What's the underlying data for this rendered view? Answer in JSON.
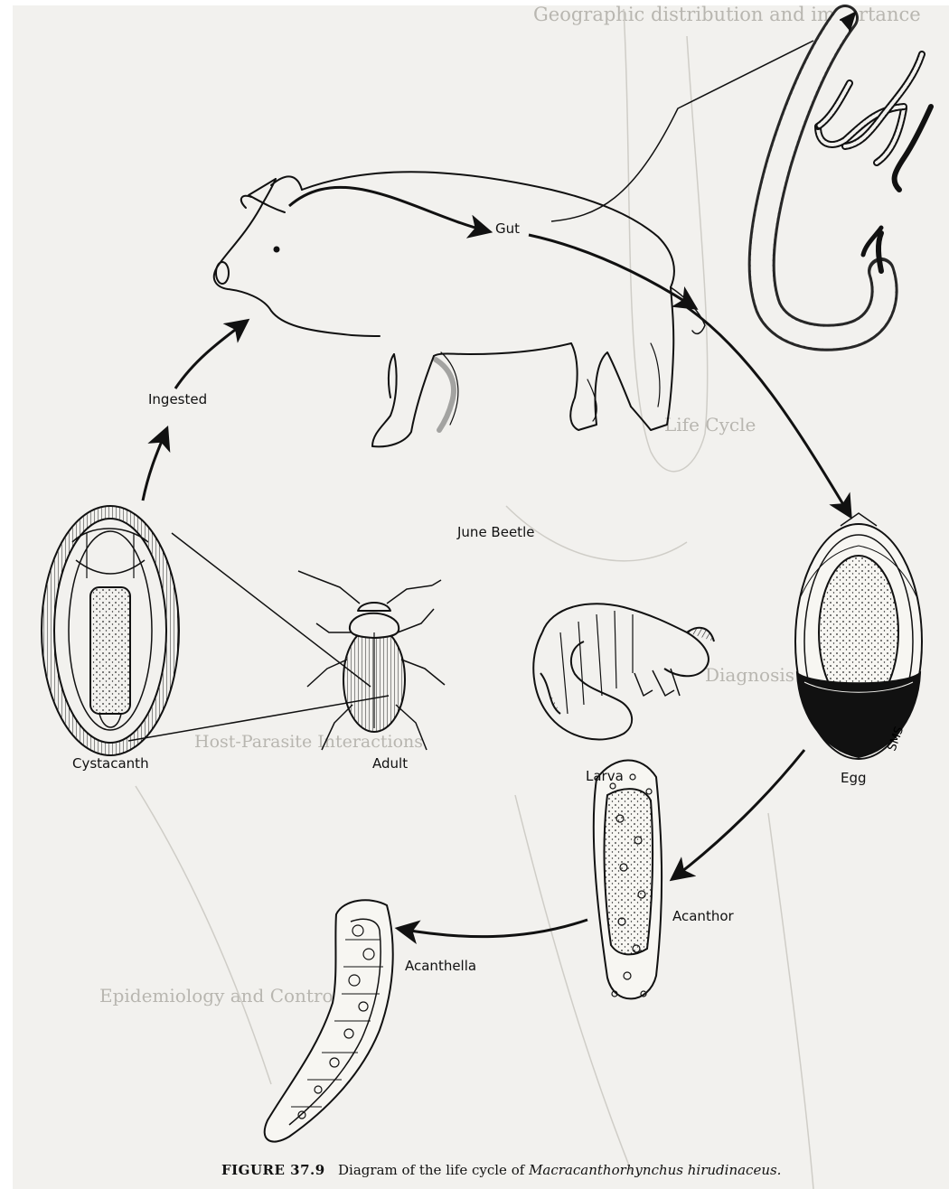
{
  "figure": {
    "label": "FIGURE 37.9",
    "caption_prefix": "Diagram of the life cycle of",
    "caption_species": "Macracanthorhynchus hirudinaceus."
  },
  "stages": {
    "gut": "Gut",
    "egg": "Egg",
    "larva": "Larva",
    "june_beetle": "June Beetle",
    "adult": "Adult",
    "acanthor": "Acanthor",
    "acanthella": "Acanthella",
    "cystacanth": "Cystacanth",
    "ingested": "Ingested",
    "artist_initials": "SMS"
  },
  "background_text": {
    "heading_1": "Geographic distribution and importance",
    "heading_2": "Life Cycle",
    "heading_3": "Diagnosis",
    "heading_4": "Epidemiology and Control",
    "heading_5": "Host-Parasite Interactions"
  }
}
